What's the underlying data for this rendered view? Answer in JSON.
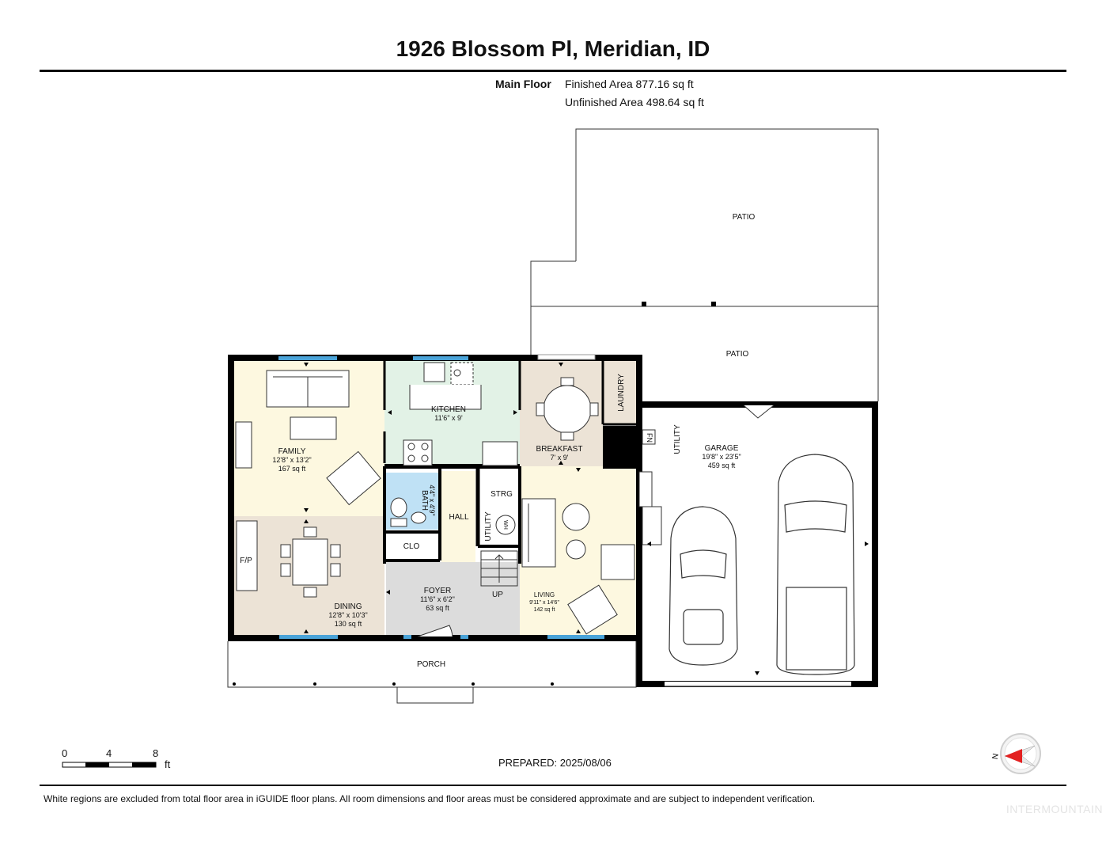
{
  "header": {
    "title": "1926 Blossom Pl, Meridian, ID",
    "floor_label": "Main Floor",
    "finished_area": "Finished Area 877.16 sq ft",
    "unfinished_area": "Unfinished Area 498.64 sq ft"
  },
  "rooms": {
    "patio_upper": "PATIO",
    "patio_lower": "PATIO",
    "kitchen": {
      "name": "KITCHEN",
      "dims": "11'6\" x 9'"
    },
    "family": {
      "name": "FAMILY",
      "dims": "12'8\" x 13'2\"",
      "area": "167 sq ft"
    },
    "breakfast": {
      "name": "BREAKFAST",
      "dims": "7' x 9'"
    },
    "laundry": "LAUNDRY",
    "utility_garage": "UTILITY",
    "fn": "FN",
    "garage": {
      "name": "GARAGE",
      "dims": "19'8\" x 23'5\"",
      "area": "459 sq ft"
    },
    "bath": {
      "name": "BATH",
      "dims": "4'4\" x 4'9\""
    },
    "hall": "HALL",
    "strg": "STRG",
    "utility_hall": "UTILITY",
    "wh": "WH",
    "clo": "CLO",
    "fp": "F/P",
    "dining": {
      "name": "DINING",
      "dims": "12'8\" x 10'3\"",
      "area": "130 sq ft"
    },
    "foyer": {
      "name": "FOYER",
      "dims": "11'6\" x 6'2\"",
      "area": "63 sq ft"
    },
    "up": "UP",
    "living": {
      "name": "LIVING",
      "dims": "9'11\" x 14'6\"",
      "area": "142 sq ft"
    },
    "porch": "PORCH"
  },
  "scale": {
    "labels": [
      "0",
      "4",
      "8"
    ],
    "unit": "ft"
  },
  "compass": {
    "label": "N"
  },
  "footer": {
    "prepared": "PREPARED: 2025/08/06",
    "disclaimer": "White regions are excluded from total floor area in iGUIDE floor plans. All room dimensions and floor areas must be considered approximate and are subject to independent verification.",
    "watermark": "INTERMOUNTAIN"
  },
  "colors": {
    "family": "#fdf8e0",
    "dining": "#ece3d6",
    "kitchen": "#e2f2e6",
    "breakfast": "#ece3d6",
    "bath": "#bfe1f5",
    "foyer": "#dcdcdc",
    "living": "#fdf8e0",
    "window": "#4aa3d8",
    "wall": "#000000"
  }
}
